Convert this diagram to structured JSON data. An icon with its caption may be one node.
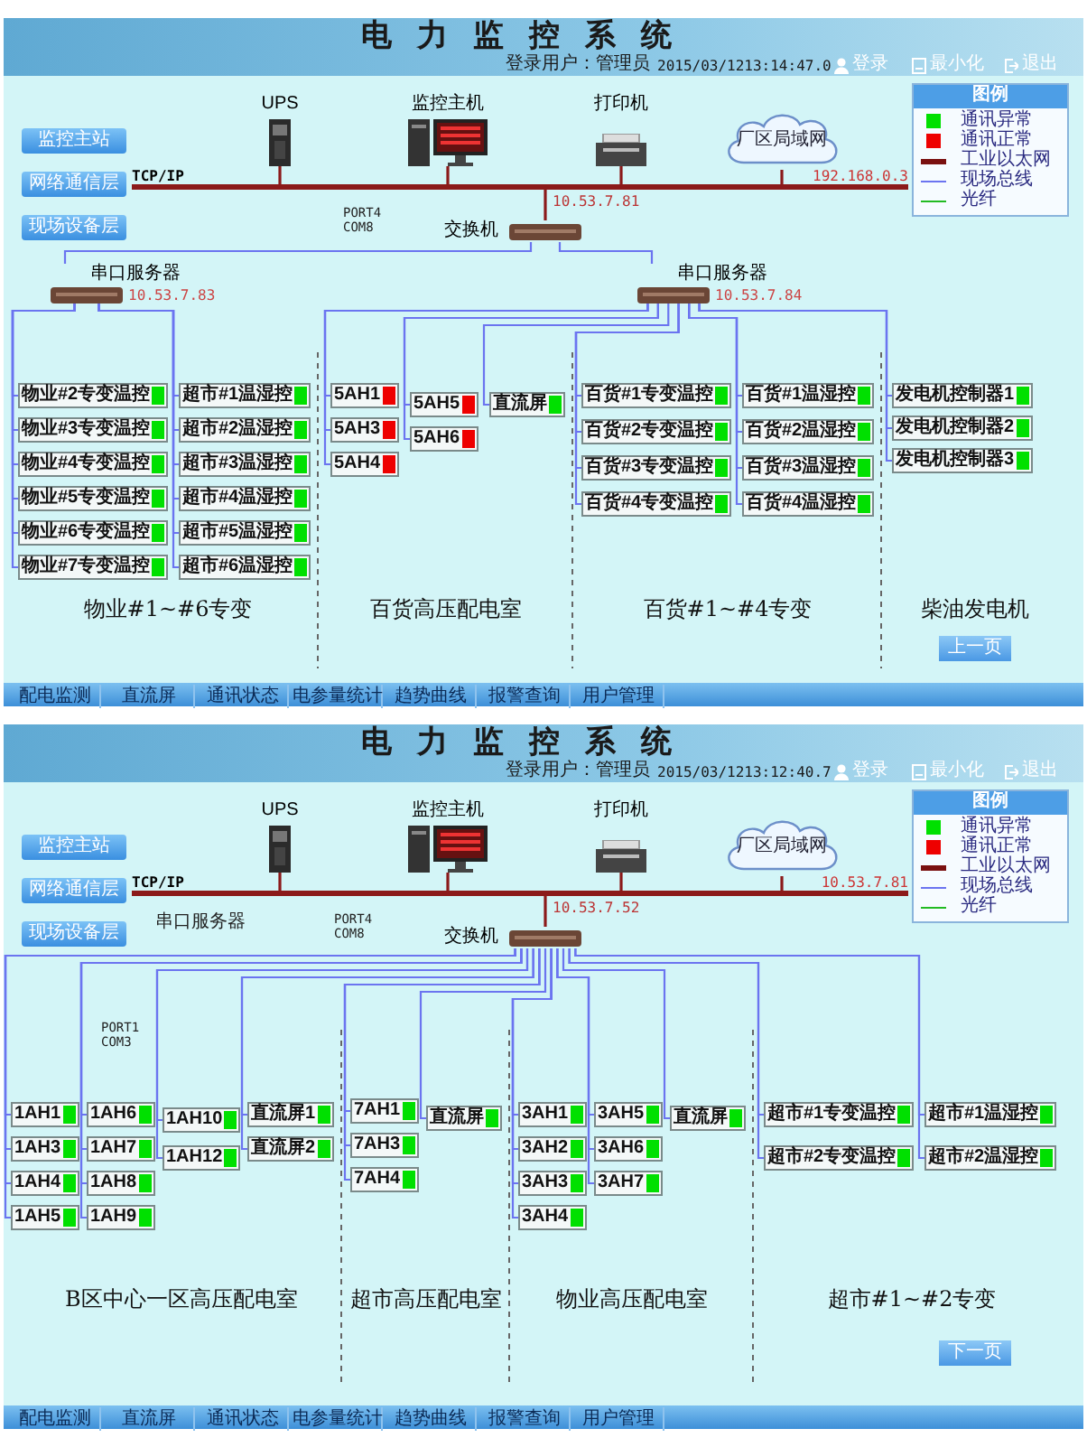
{
  "diagram": {
    "nodes": [
      {
        "text": [
          "TCP/IP",
          "192.168.0.3"
        ]
      },
      {
        "text": [
          "UPS"
        ]
      },
      {
        "text": [
          "监控主机"
        ]
      },
      {
        "text": [
          "打印机"
        ]
      },
      {
        "text": [
          "厂区局域网"
        ]
      },
      {
        "text": [
          "交换机"
        ]
      },
      {
        "text": [
          "串口服务器"
        ],
        "beside": [
          "10.53.7.83"
        ]
      },
      {
        "text": [
          "串口服务器"
        ],
        "beside": [
          "10.53.7.84"
        ]
      },
      {
        "text": [
          "物业#2专变温控"
        ]
      },
      {
        "text": [
          "物业#3专变温控"
        ]
      },
      {
        "text": [
          "物业#4专变温控"
        ]
      },
      {
        "text": [
          "物业#5专变温控"
        ]
      },
      {
        "text": [
          "物业#6专变温控"
        ]
      },
      {
        "text": [
          "物业#7专变温控"
        ]
      },
      {
        "text": [
          "超市#1温湿控"
        ]
      },
      {
        "text": [
          "超市#2温湿控"
        ]
      },
      {
        "text": [
          "超市#3温湿控"
        ]
      },
      {
        "text": [
          "超市#4温湿控"
        ]
      },
      {
        "text": [
          "超市#5温湿控"
        ]
      },
      {
        "text": [
          "超市#6温湿控"
        ]
      },
      {
        "text": [
          "5AH1"
        ]
      },
      {
        "text": [
          "5AH3"
        ]
      },
      {
        "text": [
          "5AH4"
        ]
      },
      {
        "text": [
          "5AH5"
        ]
      },
      {
        "text": [
          "5AH6"
        ]
      },
      {
        "text": [
          "直流屏"
        ]
      },
      {
        "text": [
          "百货#1专变温控"
        ]
      },
      {
        "text": [
          "百货#2专变温控"
        ]
      },
      {
        "text": [
          "百货#3专变温控"
        ]
      },
      {
        "text": [
          "百货#4专变温控"
        ]
      },
      {
        "text": [
          "百货#1温湿控"
        ]
      },
      {
        "text": [
          "百货#2温湿控"
        ]
      },
      {
        "text": [
          "百货#3温湿控"
        ]
      },
      {
        "text": [
          "百货#4温湿控"
        ]
      },
      {
        "text": [
          "发电机控制器1"
        ]
      },
      {
        "text": [
          "发电机控制器2"
        ]
      },
      {
        "text": [
          "发电机控制器3"
        ]
      },
      {
        "text": [
          "TCP/IP",
          "10.53.7.81"
        ]
      },
      {
        "text": [
          "UPS"
        ]
      },
      {
        "text": [
          "监控主机"
        ]
      },
      {
        "text": [
          "打印机"
        ]
      },
      {
        "text": [
          "厂区局域网"
        ]
      },
      {
        "text": [
          "交换机"
        ]
      },
      {
        "text": [
          "1AH1"
        ]
      },
      {
        "text": [
          "1AH3"
        ]
      },
      {
        "text": [
          "1AH4"
        ]
      },
      {
        "text": [
          "1AH5"
        ]
      },
      {
        "text": [
          "1AH6"
        ]
      },
      {
        "text": [
          "1AH7"
        ]
      },
      {
        "text": [
          "1AH8"
        ]
      },
      {
        "text": [
          "1AH9"
        ]
      },
      {
        "text": [
          "1AH10"
        ]
      },
      {
        "text": [
          "1AH12"
        ]
      },
      {
        "text": [
          "直流屏1"
        ]
      },
      {
        "text": [
          "直流屏2"
        ]
      },
      {
        "text": [
          "7AH1"
        ]
      },
      {
        "text": [
          "7AH3"
        ]
      },
      {
        "text": [
          "7AH4"
        ]
      },
      {
        "text": [
          "直流屏"
        ]
      },
      {
        "text": [
          "3AH1"
        ]
      },
      {
        "text": [
          "3AH2"
        ]
      },
      {
        "text": [
          "3AH3"
        ]
      },
      {
        "text": [
          "3AH4"
        ]
      },
      {
        "text": [
          "3AH5"
        ]
      },
      {
        "text": [
          "3AH6"
        ]
      },
      {
        "text": [
          "3AH7"
        ]
      },
      {
        "text": [
          "直流屏"
        ]
      },
      {
        "text": [
          "超市#1专变温控"
        ]
      },
      {
        "text": [
          "超市#2专变温控"
        ]
      },
      {
        "text": [
          "超市#1温湿控"
        ]
      },
      {
        "text": [
          "超市#2温湿控"
        ]
      }
    ],
    "edges": [
      {
        "from": 1,
        "to": 0,
        "arrow": "none",
        "color": "#8b1a1a"
      },
      {
        "from": 2,
        "to": 0,
        "arrow": "none",
        "color": "#8b1a1a"
      },
      {
        "from": 3,
        "to": 0,
        "arrow": "none",
        "color": "#8b1a1a"
      },
      {
        "from": 4,
        "to": 0,
        "arrow": "none",
        "color": "#8b1a1a"
      },
      {
        "from": 5,
        "to": 0,
        "arrow": "none",
        "label": "10.53.7.81",
        "color": "#8b1a1a"
      },
      {
        "from": 5,
        "to": 6,
        "arrow": "none"
      },
      {
        "from": 5,
        "to": 7,
        "arrow": "none"
      },
      {
        "from": 6,
        "to": 8,
        "arrow": "none"
      },
      {
        "from": 6,
        "to": 9,
        "arrow": "none"
      },
      {
        "from": 6,
        "to": 10,
        "arrow": "none"
      },
      {
        "from": 6,
        "to": 11,
        "arrow": "none"
      },
      {
        "from": 6,
        "to": 12,
        "arrow": "none"
      },
      {
        "from": 6,
        "to": 13,
        "arrow": "none"
      },
      {
        "from": 6,
        "to": 14,
        "arrow": "none"
      },
      {
        "from": 6,
        "to": 15,
        "arrow": "none"
      },
      {
        "from": 6,
        "to": 16,
        "arrow": "none"
      },
      {
        "from": 6,
        "to": 17,
        "arrow": "none"
      },
      {
        "from": 6,
        "to": 18,
        "arrow": "none"
      },
      {
        "from": 6,
        "to": 19,
        "arrow": "none"
      },
      {
        "from": 7,
        "to": 20,
        "arrow": "none"
      },
      {
        "from": 7,
        "to": 21,
        "arrow": "none"
      },
      {
        "from": 7,
        "to": 22,
        "arrow": "none"
      },
      {
        "from": 7,
        "to": 23,
        "arrow": "none"
      },
      {
        "from": 7,
        "to": 24,
        "arrow": "none"
      },
      {
        "from": 7,
        "to": 25,
        "arrow": "none"
      },
      {
        "from": 7,
        "to": 26,
        "arrow": "none"
      },
      {
        "from": 7,
        "to": 27,
        "arrow": "none"
      },
      {
        "from": 7,
        "to": 28,
        "arrow": "none"
      },
      {
        "from": 7,
        "to": 29,
        "arrow": "none"
      },
      {
        "from": 7,
        "to": 30,
        "arrow": "none"
      },
      {
        "from": 7,
        "to": 31,
        "arrow": "none"
      },
      {
        "from": 7,
        "to": 32,
        "arrow": "none"
      },
      {
        "from": 7,
        "to": 33,
        "arrow": "none"
      },
      {
        "from": 7,
        "to": 34,
        "arrow": "none"
      },
      {
        "from": 7,
        "to": 35,
        "arrow": "none"
      },
      {
        "from": 7,
        "to": 36,
        "arrow": "none"
      },
      {
        "from": 38,
        "to": 37,
        "arrow": "none",
        "color": "#8b1a1a"
      },
      {
        "from": 39,
        "to": 37,
        "arrow": "none",
        "color": "#8b1a1a"
      },
      {
        "from": 40,
        "to": 37,
        "arrow": "none",
        "color": "#8b1a1a"
      },
      {
        "from": 41,
        "to": 37,
        "arrow": "none",
        "color": "#8b1a1a"
      },
      {
        "from": 42,
        "to": 37,
        "arrow": "none",
        "label": "10.53.7.52",
        "color": "#8b1a1a"
      },
      {
        "from": 42,
        "to": 43,
        "arrow": "none"
      },
      {
        "from": 42,
        "to": 44,
        "arrow": "none"
      },
      {
        "from": 42,
        "to": 45,
        "arrow": "none"
      },
      {
        "from": 42,
        "to": 46,
        "arrow": "none"
      },
      {
        "from": 42,
        "to": 47,
        "arrow": "none"
      },
      {
        "from": 42,
        "to": 48,
        "arrow": "none"
      },
      {
        "from": 42,
        "to": 49,
        "arrow": "none"
      },
      {
        "from": 42,
        "to": 50,
        "arrow": "none"
      },
      {
        "from": 42,
        "to": 51,
        "arrow": "none"
      },
      {
        "from": 42,
        "to": 52,
        "arrow": "none"
      },
      {
        "from": 42,
        "to": 53,
        "arrow": "none"
      },
      {
        "from": 42,
        "to": 54,
        "arrow": "none"
      },
      {
        "from": 42,
        "to": 55,
        "arrow": "none"
      },
      {
        "from": 42,
        "to": 56,
        "arrow": "none"
      },
      {
        "from": 42,
        "to": 57,
        "arrow": "none"
      },
      {
        "from": 42,
        "to": 58,
        "arrow": "none"
      },
      {
        "from": 42,
        "to": 59,
        "arrow": "none"
      },
      {
        "from": 42,
        "to": 60,
        "arrow": "none"
      },
      {
        "from": 42,
        "to": 61,
        "arrow": "none"
      },
      {
        "from": 42,
        "to": 62,
        "arrow": "none"
      },
      {
        "from": 42,
        "to": 63,
        "arrow": "none"
      },
      {
        "from": 42,
        "to": 64,
        "arrow": "none"
      },
      {
        "from": 42,
        "to": 65,
        "arrow": "none"
      },
      {
        "from": 42,
        "to": 66,
        "arrow": "none"
      },
      {
        "from": 42,
        "to": 67,
        "arrow": "none"
      },
      {
        "from": 42,
        "to": 68,
        "arrow": "none"
      },
      {
        "from": 42,
        "to": 69,
        "arrow": "none"
      },
      {
        "from": 42,
        "to": 70,
        "arrow": "none"
      }
    ],
    "labels": [
      "电力监控系统",
      "登录用户：管理员",
      "2015/03/1213:14:47.0",
      "登录",
      "最小化",
      "退出",
      "监控主站",
      "网络通信层",
      "现场设备层",
      "图例",
      "PORT4 COM8",
      "物业#1~#6专变",
      "百货高压配电室",
      "百货#1~#4专变",
      "柴油发电机",
      "上一页",
      "配电监测",
      "直流屏",
      "通讯状态",
      "电参量统计",
      "趋势曲线",
      "报警查询",
      "用户管理",
      "电力监控系统",
      "登录用户：管理员",
      "2015/03/1213:12:40.7",
      "登录",
      "最小化",
      "退出",
      "监控主站",
      "网络通信层",
      "现场设备层",
      "图例",
      "串口服务器",
      "PORT4 COM8",
      "PORT1 COM3",
      "B区中心一区高压配电室",
      "超市高压配电室",
      "物业高压配电室",
      "超市#1~#2专变",
      "下一页",
      "配电监测",
      "直流屏",
      "通讯状态",
      "电参量统计",
      "趋势曲线",
      "报警查询",
      "用户管理"
    ],
    "legend": [
      {
        "text": "通讯异常",
        "color": "#00e000"
      },
      {
        "text": "通讯正常",
        "color": "#ee0000"
      },
      {
        "text": "工业以太网"
      },
      {
        "text": "现场总线"
      },
      {
        "text": "光纤"
      },
      {
        "text": "通讯异常",
        "color": "#00e000"
      },
      {
        "text": "通讯正常",
        "color": "#ee0000"
      },
      {
        "text": "工业以太网"
      },
      {
        "text": "现场总线"
      },
      {
        "text": "光纤"
      }
    ]
  }
}
